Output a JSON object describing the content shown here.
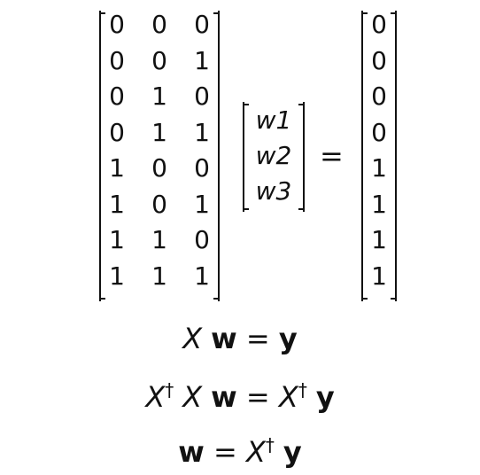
{
  "matrix_x": {
    "rows": [
      [
        "0",
        "0",
        "0"
      ],
      [
        "0",
        "0",
        "1"
      ],
      [
        "0",
        "1",
        "0"
      ],
      [
        "0",
        "1",
        "1"
      ],
      [
        "1",
        "0",
        "0"
      ],
      [
        "1",
        "0",
        "1"
      ],
      [
        "1",
        "1",
        "0"
      ],
      [
        "1",
        "1",
        "1"
      ]
    ]
  },
  "vector_w": [
    "w1",
    "w2",
    "w3"
  ],
  "equals_sign": "=",
  "vector_y": [
    "0",
    "0",
    "0",
    "0",
    "1",
    "1",
    "1",
    "1"
  ],
  "equations": {
    "eq1": {
      "X": "X",
      "w": "w",
      "eq": "=",
      "y": "y"
    },
    "eq2": {
      "X": "X",
      "dagger": "†",
      "X2": "X",
      "w": "w",
      "eq": "=",
      "X3": "X",
      "dagger2": "†",
      "y": "y"
    },
    "eq3": {
      "w": "w",
      "eq": "=",
      "X": "X",
      "dagger": "†",
      "y": "y"
    }
  }
}
